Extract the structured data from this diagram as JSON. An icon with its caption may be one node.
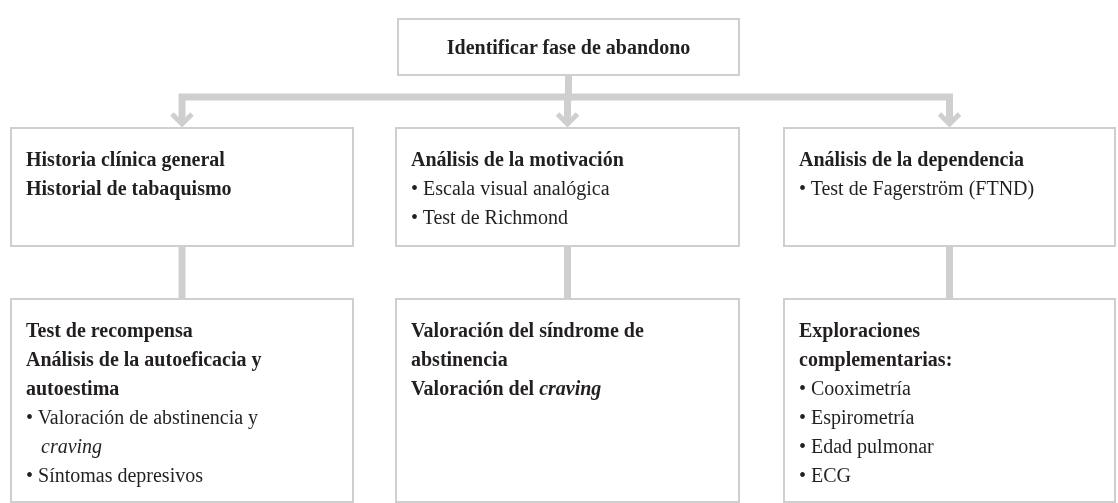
{
  "diagram": {
    "nodes": [
      {
        "text": [
          "Identificar fase de abandono"
        ]
      },
      {
        "text": [
          "Historia clínica general",
          "Historial de tabaquismo"
        ]
      },
      {
        "text": [
          "Análisis de la motivación",
          "• Escala visual analógica",
          "• Test de Richmond"
        ]
      },
      {
        "text": [
          "Análisis de la dependencia",
          "• Test de Fagerström (FTND)"
        ]
      },
      {
        "text": [
          "Test de recompensa",
          "Análisis de la autoeficacia y autoestima",
          "• Valoración de abstinencia y *craving*",
          "• Síntomas depresivos"
        ]
      },
      {
        "text": [
          "Valoración del síndrome de abstinencia",
          "Valoración del *craving*"
        ]
      },
      {
        "text": [
          "Exploraciones complementarias:",
          "• Cooximetría",
          "• Espirometría",
          "• Edad pulmonar",
          "• ECG"
        ]
      }
    ],
    "edges": [
      {
        "from": 0,
        "to": 1,
        "arrow": "to"
      },
      {
        "from": 0,
        "to": 2,
        "arrow": "to"
      },
      {
        "from": 0,
        "to": 3,
        "arrow": "to"
      },
      {
        "from": 1,
        "to": 4,
        "arrow": "none"
      },
      {
        "from": 2,
        "to": 5,
        "arrow": "none"
      },
      {
        "from": 3,
        "to": 6,
        "arrow": "none"
      }
    ]
  }
}
